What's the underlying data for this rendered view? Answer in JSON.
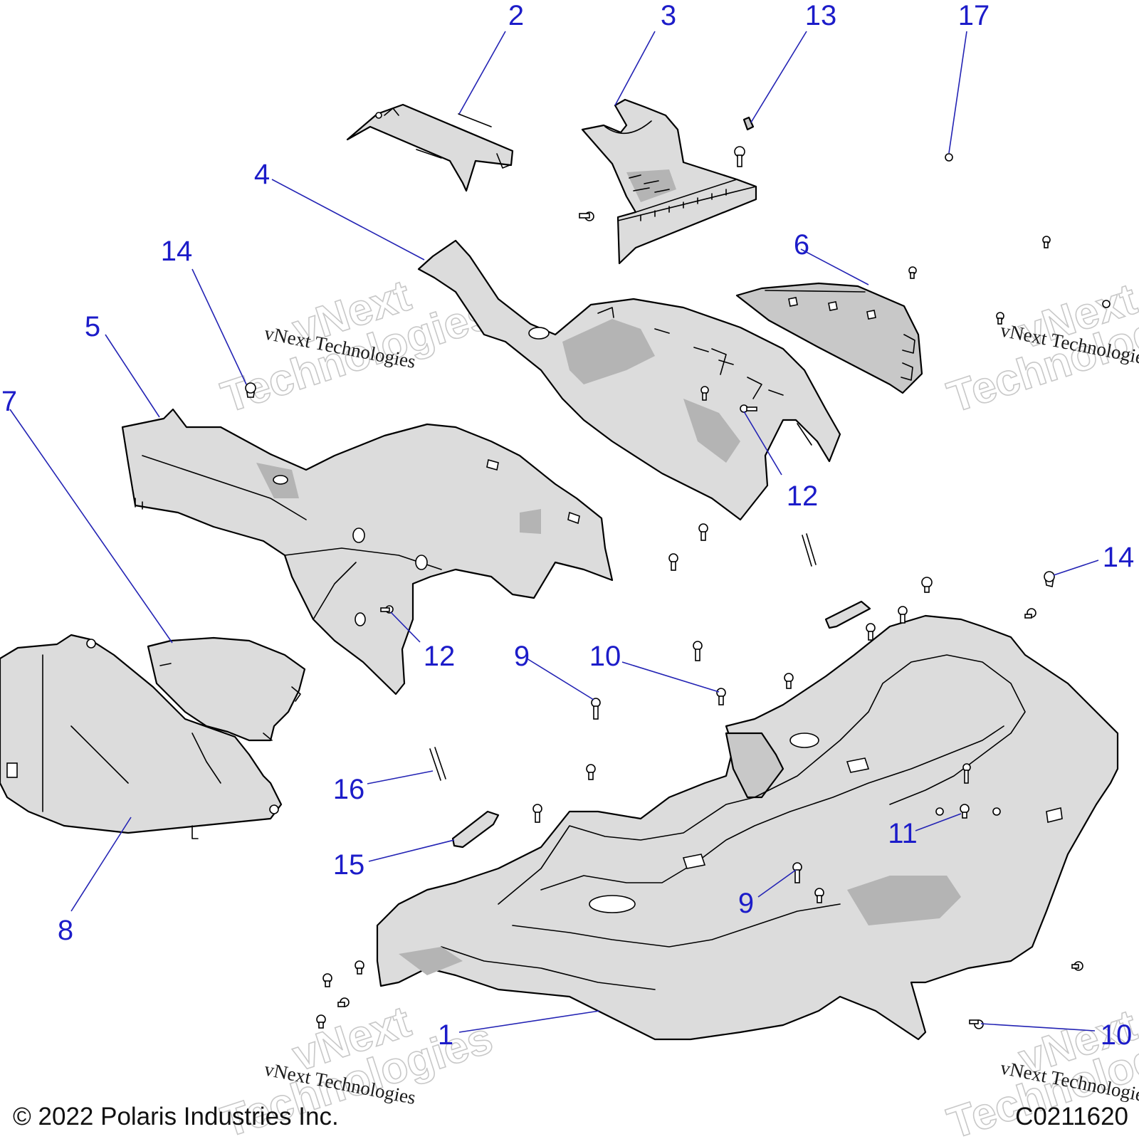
{
  "callouts": {
    "c1": "1",
    "c2": "2",
    "c3": "3",
    "c4": "4",
    "c5": "5",
    "c6": "6",
    "c7": "7",
    "c8": "8",
    "c9a": "9",
    "c9b": "9",
    "c10a": "10",
    "c10b": "10",
    "c11": "11",
    "c12a": "12",
    "c12b": "12",
    "c13": "13",
    "c14a": "14",
    "c14b": "14",
    "c15": "15",
    "c16": "16",
    "c17": "17"
  },
  "watermark": {
    "brand_script": "vNext Technologies",
    "brand_top": "vNext",
    "brand_bottom": "Technologies"
  },
  "footer": {
    "copyright": "© 2022 Polaris Industries Inc.",
    "drawing_code": "C0211620"
  },
  "colors": {
    "callout": "#1c1cc9",
    "leader": "#2323b4",
    "part_fill": "#dcdcdc",
    "part_shade": "#b4b4b4"
  }
}
